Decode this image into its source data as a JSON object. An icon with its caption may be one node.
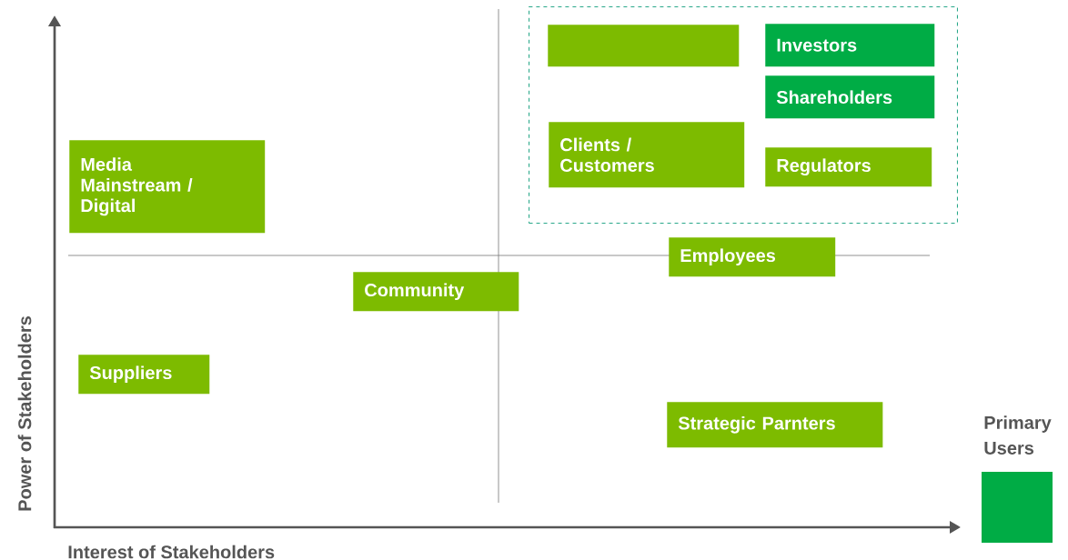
{
  "diagram": {
    "nodes": [
      {
        "text": [],
        "shape": "box"
      },
      {
        "text": [],
        "shape": "box",
        "in": 0
      },
      {
        "text": [
          "Investors"
        ],
        "in": 0
      },
      {
        "text": [
          "Shareholders"
        ],
        "in": 0
      },
      {
        "text": [
          "Clients / Customers"
        ],
        "in": 0
      },
      {
        "text": [
          "Regulators"
        ],
        "in": 0
      },
      {
        "text": [
          "Media Mainstream / Digital"
        ]
      },
      {
        "text": [
          "Employees"
        ]
      },
      {
        "text": [
          "Community"
        ]
      },
      {
        "text": [
          "Suppliers"
        ]
      },
      {
        "text": [
          "Strategic Parnters"
        ]
      }
    ],
    "labels": [
      "Power of Stakeholders",
      "Interest of Stakeholders"
    ],
    "legend": [
      {
        "text": "Primary Users",
        "color": "#00ac45"
      }
    ]
  }
}
